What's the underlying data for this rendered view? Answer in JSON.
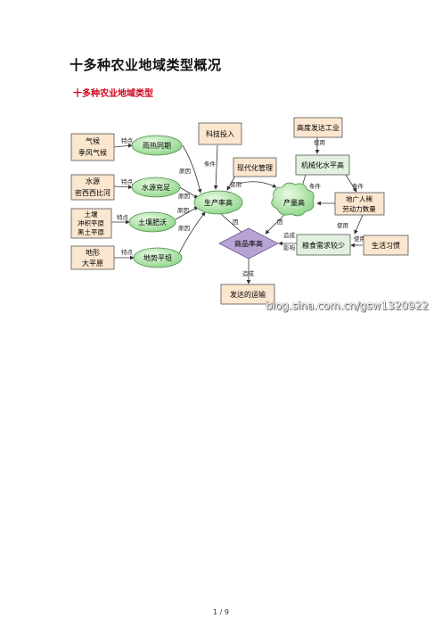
{
  "doc": {
    "title": "十多种农业地域类型概况",
    "subtitle": "十多种农业地域类型",
    "watermark": "blog.sina.com.cn/gsw1320922",
    "page_number": "1 / 9"
  },
  "diagram": {
    "boxes": {
      "climate": [
        "气候",
        "季风气候"
      ],
      "water": [
        "水源",
        "密西西比河"
      ],
      "soil": [
        "土壤",
        "冲积平原",
        "黑土平原"
      ],
      "terrain": [
        "地形",
        "大平原"
      ],
      "tech": "科技投入",
      "industry": "高度发达工业",
      "management": "现代化管理",
      "mechanization": "机械化水平高",
      "land": [
        "地广人稀",
        "劳动力数量"
      ],
      "grain": "粮食需求较少",
      "habit": "生活习惯",
      "transport": "发达的运输"
    },
    "ellipses": {
      "rain": "雨热同期",
      "water_ok": "水源充足",
      "fertile": "土壤肥沃",
      "flat": "地势平坦",
      "productivity": "生产率高",
      "output": "产量高"
    },
    "diamond": "商品率高",
    "labels": {
      "trait1": "特点",
      "trait2": "特点",
      "trait3": "特点",
      "trait4": "特点",
      "reason": "原因",
      "reason2": "原因",
      "reason3": "原因",
      "reason4": "原因",
      "condition": "条件",
      "condition2": "条件",
      "condition3": "条件",
      "use": "使用",
      "use2": "使用",
      "use3": "使用",
      "use4": "使用",
      "cause": "因",
      "cause2": "因",
      "result": "造成",
      "result2": "造成",
      "effect": "影响"
    }
  }
}
